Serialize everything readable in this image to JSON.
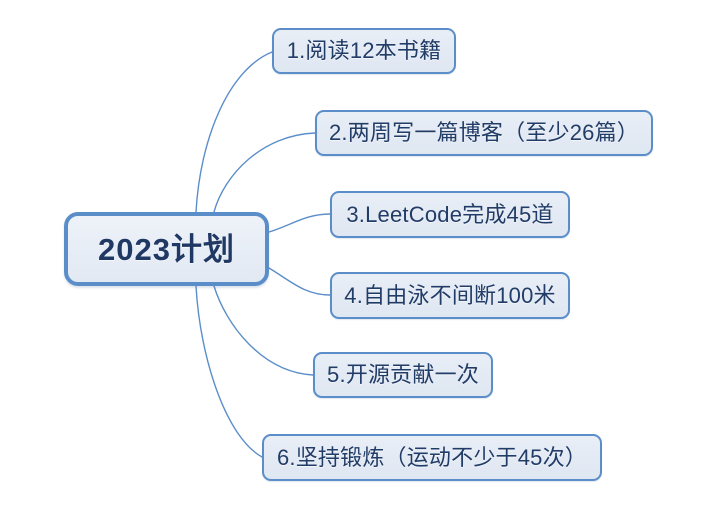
{
  "diagram": {
    "type": "mind-map",
    "title": "2023计划",
    "root": {
      "label": "2023计划",
      "shape": "rounded-rectangle",
      "fill_color": "#e7edf6",
      "border_color": "#5b8ec9",
      "text_color": "#1f3864"
    },
    "branches": [
      {
        "index": "1",
        "label": "1.阅读12本书籍"
      },
      {
        "index": "2",
        "label": "2.两周写一篇博客（至少26篇）"
      },
      {
        "index": "3",
        "label": "3.LeetCode完成45道"
      },
      {
        "index": "4",
        "label": "4.自由泳不间断100米"
      },
      {
        "index": "5",
        "label": "5.开源贡献一次"
      },
      {
        "index": "6",
        "label": "6.坚持锻炼（运动不少于45次）"
      }
    ],
    "colors": {
      "background": "#ffffff",
      "node_fill": "#e3eaf4",
      "node_border": "#5b8ec9",
      "node_text": "#213c66",
      "connector": "#5b8ec9"
    }
  }
}
